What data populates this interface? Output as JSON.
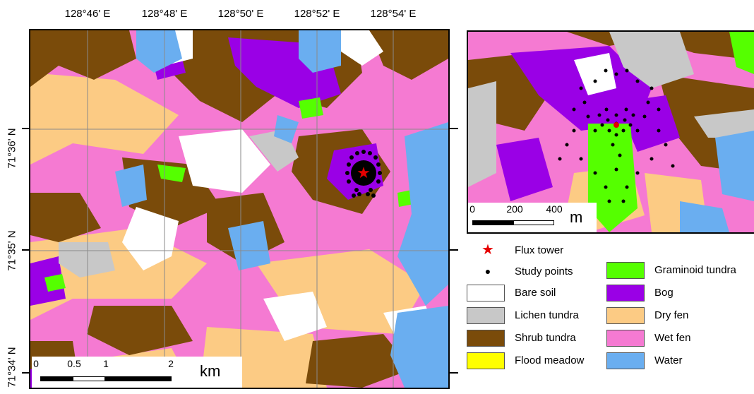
{
  "longitude_labels": [
    "128°46' E",
    "128°48' E",
    "128°50' E",
    "128°52' E",
    "128°54' E"
  ],
  "latitude_labels": [
    "71°36' N",
    "71°35' N",
    "71°34' N"
  ],
  "main_scalebar": {
    "ticks": [
      "0",
      "0.5",
      "1",
      "2"
    ],
    "unit": "km"
  },
  "inset_scalebar": {
    "ticks": [
      "0",
      "200",
      "400"
    ],
    "unit": "m"
  },
  "legend": {
    "symbols": [
      {
        "label": "Flux tower",
        "icon": "star-icon",
        "color": "#e60000"
      },
      {
        "label": "Study points",
        "icon": "dot-icon",
        "color": "#000000"
      }
    ],
    "classes": [
      {
        "label": "Bare soil",
        "color": "#ffffff"
      },
      {
        "label": "Lichen tundra",
        "color": "#c8c8c8"
      },
      {
        "label": "Shrub tundra",
        "color": "#7a4b0a"
      },
      {
        "label": "Flood meadow",
        "color": "#ffff00"
      },
      {
        "label": "Graminoid tundra",
        "color": "#55ff00"
      },
      {
        "label": "Bog",
        "color": "#9a00e6"
      },
      {
        "label": "Dry fen",
        "color": "#fccb84"
      },
      {
        "label": "Wet fen",
        "color": "#f57ad2"
      },
      {
        "label": "Water",
        "color": "#6aaef0"
      }
    ]
  }
}
